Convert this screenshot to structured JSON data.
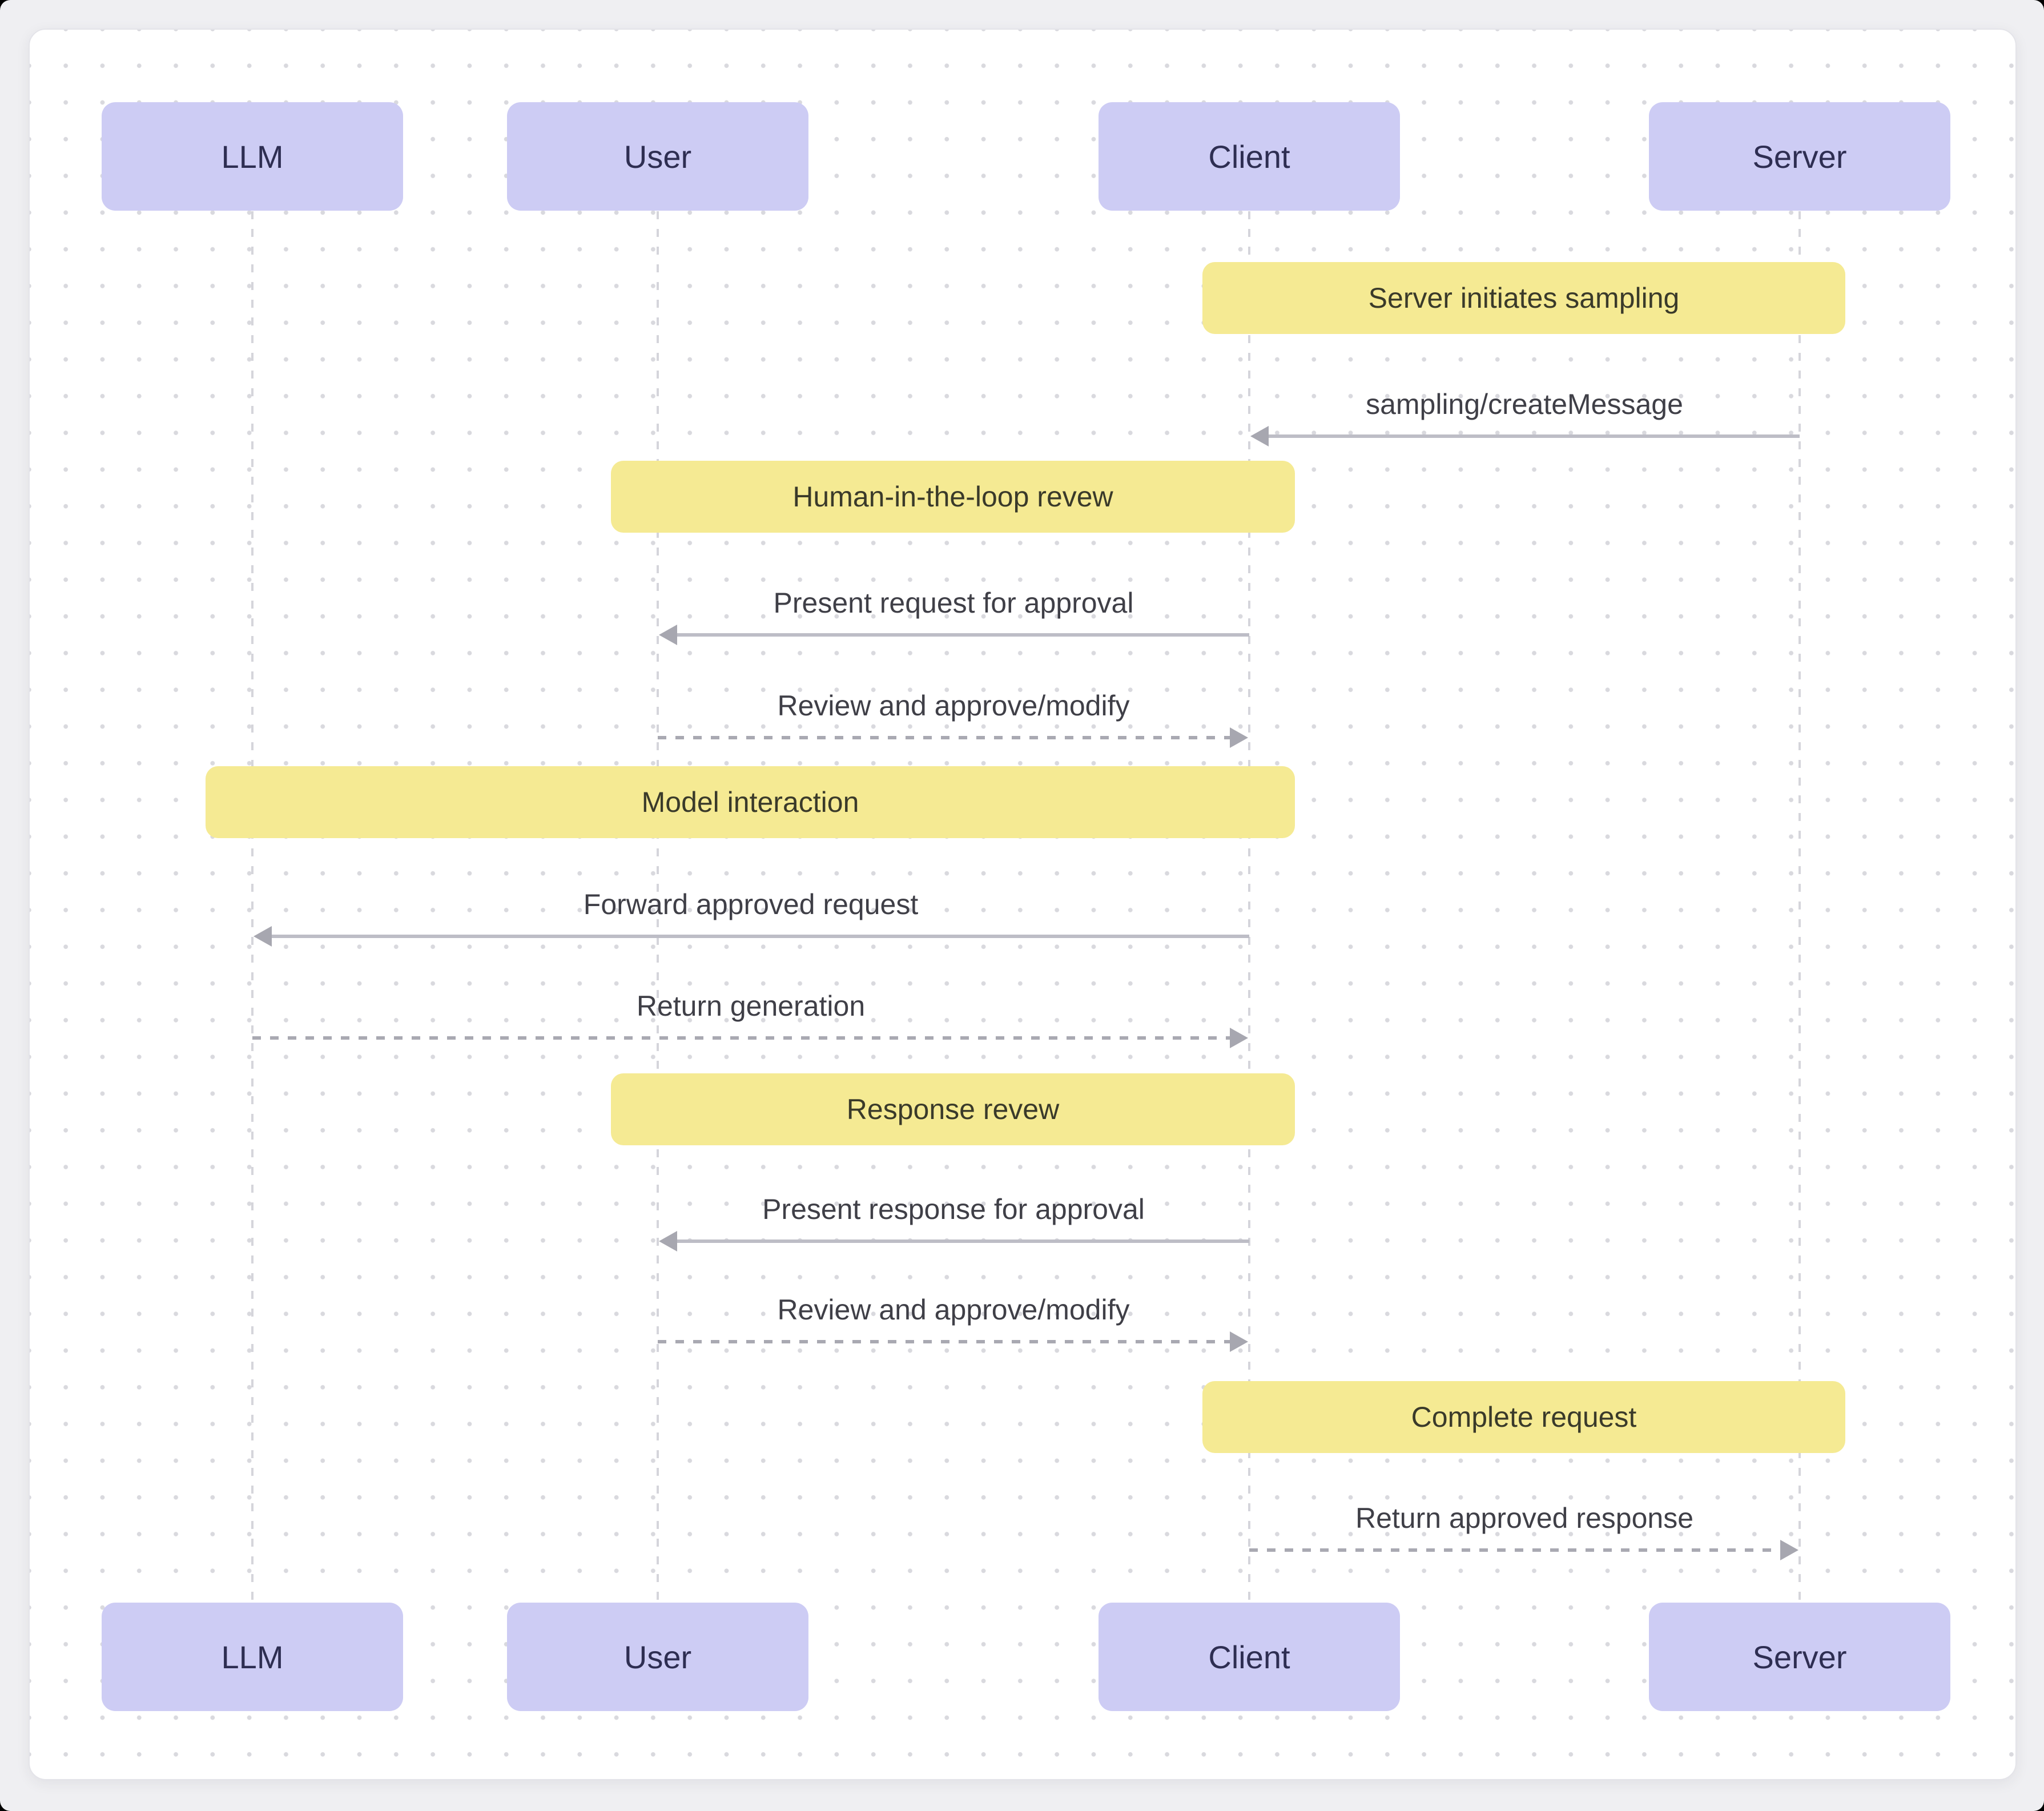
{
  "diagram": {
    "type": "sequence",
    "actors": [
      {
        "id": "llm",
        "label": "LLM"
      },
      {
        "id": "user",
        "label": "User"
      },
      {
        "id": "client",
        "label": "Client"
      },
      {
        "id": "server",
        "label": "Server"
      }
    ],
    "notes": [
      {
        "label": "Server initiates sampling",
        "over": [
          "client",
          "server"
        ]
      },
      {
        "label": "Human-in-the-loop revew",
        "over": [
          "user",
          "client"
        ]
      },
      {
        "label": "Model interaction",
        "over": [
          "llm",
          "client"
        ]
      },
      {
        "label": "Response revew",
        "over": [
          "user",
          "client"
        ]
      },
      {
        "label": "Complete request",
        "over": [
          "client",
          "server"
        ]
      }
    ],
    "messages": [
      {
        "label": "sampling/createMessage",
        "from": "server",
        "to": "client",
        "line": "solid"
      },
      {
        "label": "Present request for approval",
        "from": "client",
        "to": "user",
        "line": "solid"
      },
      {
        "label": "Review and approve/modify",
        "from": "user",
        "to": "client",
        "line": "dashed"
      },
      {
        "label": "Forward approved request",
        "from": "client",
        "to": "llm",
        "line": "solid"
      },
      {
        "label": "Return generation",
        "from": "llm",
        "to": "client",
        "line": "dashed"
      },
      {
        "label": "Present response for approval",
        "from": "client",
        "to": "user",
        "line": "solid"
      },
      {
        "label": "Review and approve/modify",
        "from": "user",
        "to": "client",
        "line": "dashed"
      },
      {
        "label": "Return approved response",
        "from": "client",
        "to": "server",
        "line": "dashed"
      }
    ],
    "colors": {
      "page_bg": "#efeff2",
      "canvas_bg": "#ffffff",
      "dot_grid": "#d9d9de",
      "actor_fill": "#cdccf4",
      "actor_text": "#2e2e52",
      "note_fill": "#f5ea93",
      "note_text": "#3a3a2a",
      "message_text": "#3f3f47",
      "arrow_line": "#bdbdc6",
      "arrow_dash": "#a9a9b2",
      "arrow_head": "#a7a7b0",
      "lifeline": "#d5d5db"
    }
  }
}
